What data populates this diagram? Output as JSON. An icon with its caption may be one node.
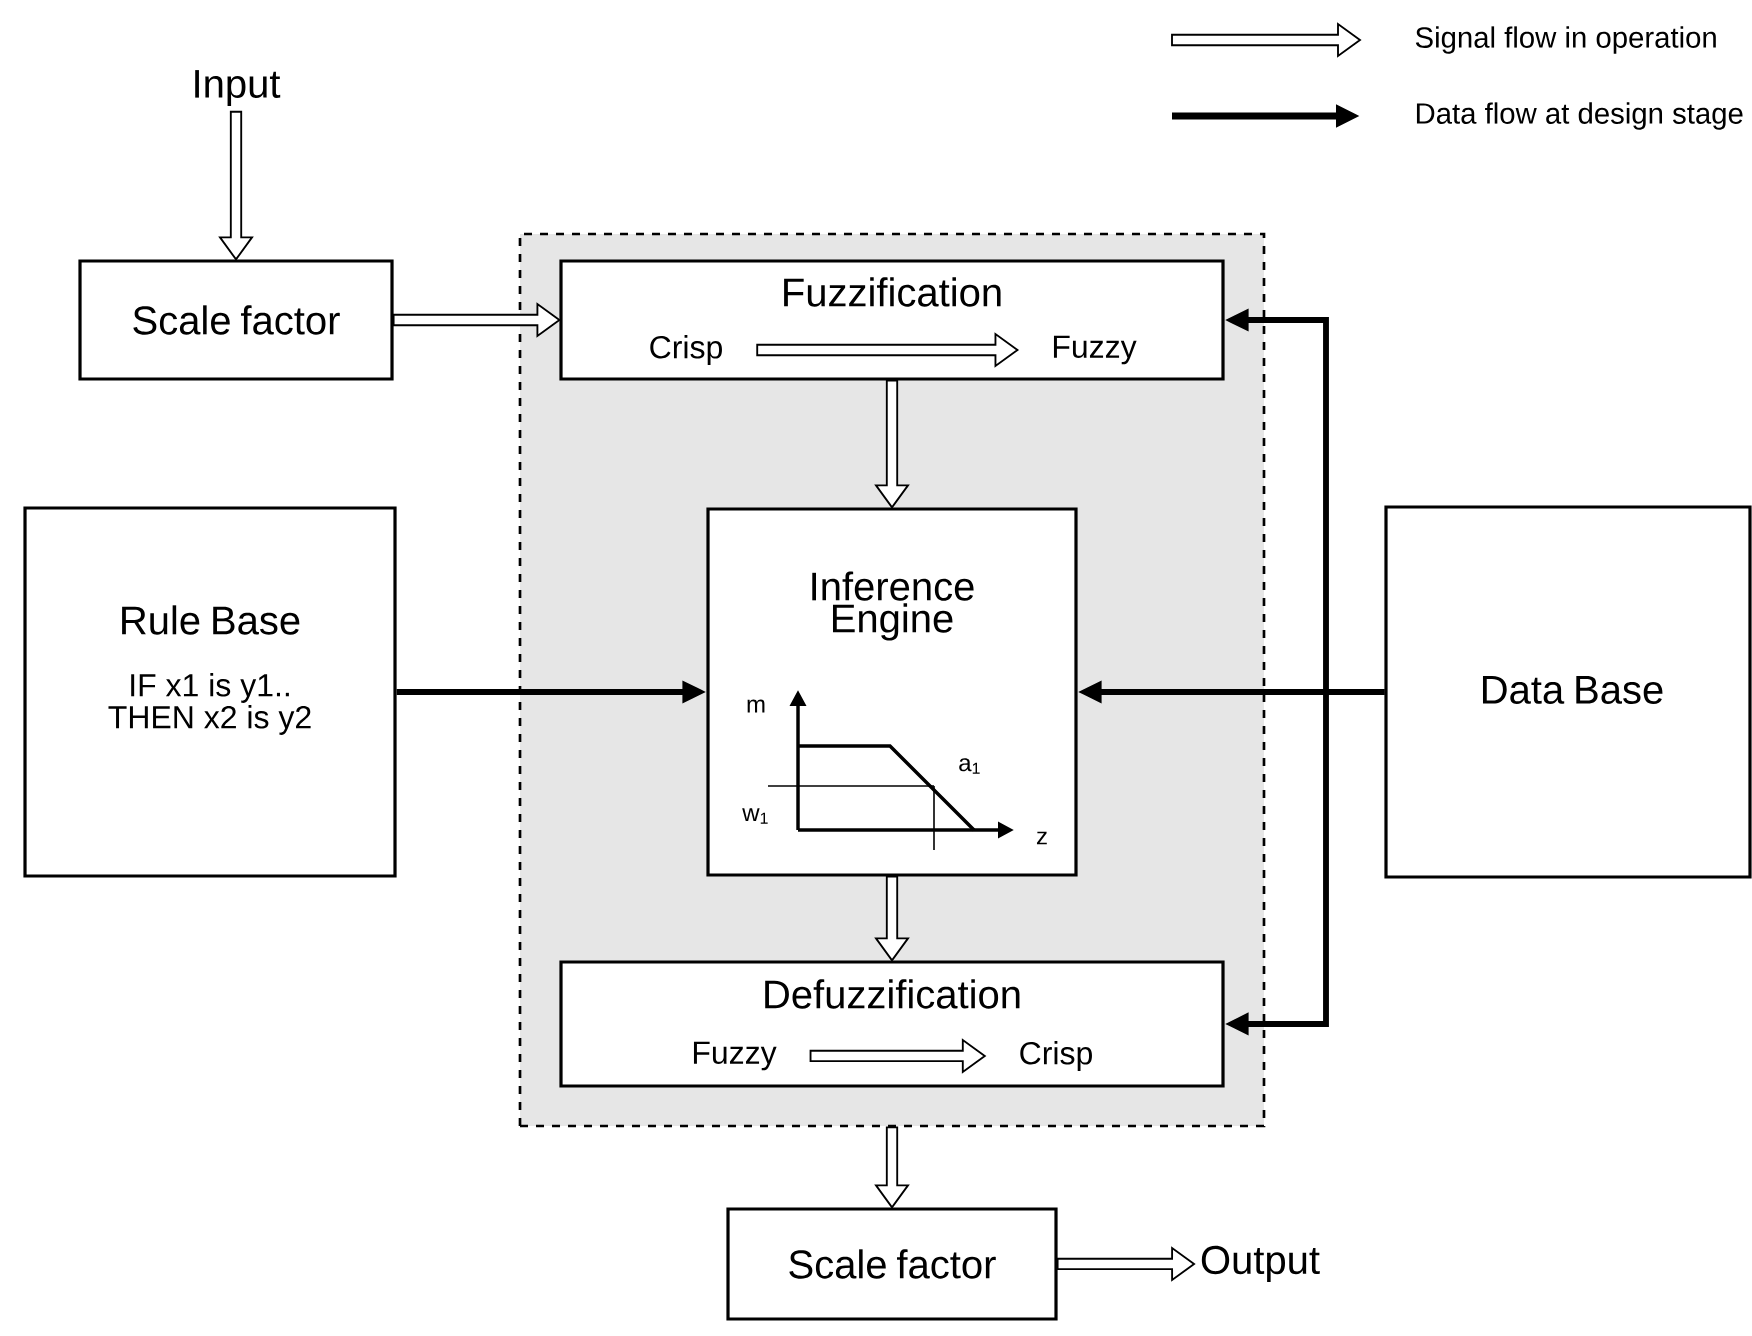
{
  "diagram": {
    "nodes": [
      {
        "text": [
          "Input"
        ]
      },
      {
        "text": [
          "Scale factor"
        ]
      },
      {
        "text": [],
        "shape": "box"
      },
      {
        "text": [
          "Fuzzification"
        ],
        "in": 2
      },
      {
        "text": [
          "Crisp"
        ],
        "in": 3
      },
      {
        "text": [
          "Fuzzy"
        ],
        "in": 3
      },
      {
        "text": [
          "Rule Base",
          "IF x1 is y1.. THEN x2 is y2"
        ]
      },
      {
        "text": [
          "Inference Engine"
        ],
        "in": 2
      },
      {
        "text": [
          "Data Base"
        ]
      },
      {
        "text": [
          "Defuzzification"
        ],
        "in": 2
      },
      {
        "text": [
          "Fuzzy"
        ],
        "in": 9
      },
      {
        "text": [
          "Crisp"
        ],
        "in": 9
      },
      {
        "text": [
          "Scale factor"
        ]
      },
      {
        "text": [
          "Output"
        ]
      }
    ],
    "edges": [
      {
        "from": 0,
        "to": 1,
        "arrow": "to",
        "style": "thick"
      },
      {
        "from": 1,
        "to": 3,
        "arrow": "to",
        "style": "thick"
      },
      {
        "from": 4,
        "to": 5,
        "arrow": "to",
        "style": "thick"
      },
      {
        "from": 3,
        "to": 7,
        "arrow": "to",
        "style": "thick"
      },
      {
        "from": 6,
        "to": 7,
        "arrow": "to"
      },
      {
        "from": 8,
        "to": 7,
        "arrow": "to"
      },
      {
        "from": 8,
        "to": 3,
        "arrow": "to"
      },
      {
        "from": 8,
        "to": 9,
        "arrow": "to"
      },
      {
        "from": 7,
        "to": 9,
        "arrow": "to",
        "style": "thick"
      },
      {
        "from": 10,
        "to": 11,
        "arrow": "to",
        "style": "thick"
      },
      {
        "from": 2,
        "to": 12,
        "arrow": "to",
        "style": "thick"
      },
      {
        "from": 12,
        "to": 13,
        "arrow": "to",
        "style": "thick"
      }
    ],
    "labels": [
      "m",
      "a$_{1}$",
      "w$_{1}$",
      "z"
    ],
    "legend": [
      {
        "text": "Signal flow in operation"
      },
      {
        "text": "Data flow at design stage"
      }
    ]
  }
}
